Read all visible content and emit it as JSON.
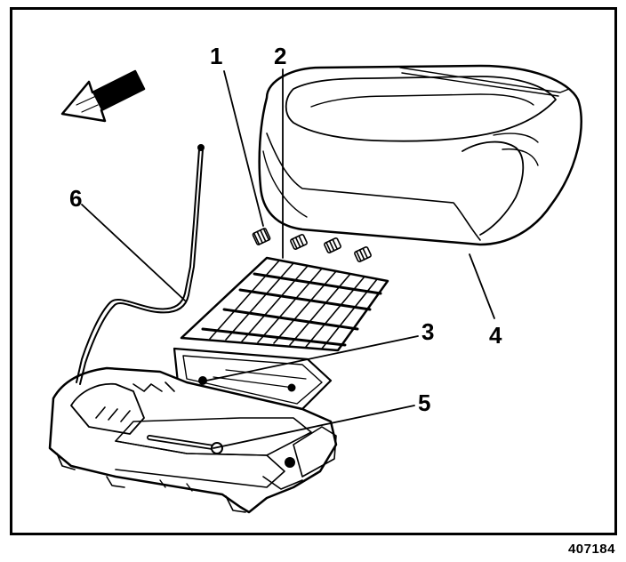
{
  "diagram": {
    "callouts": [
      "1",
      "2",
      "3",
      "4",
      "5",
      "6"
    ],
    "figure_number": "407184"
  },
  "style": {
    "line_color": "#000000",
    "background": "#ffffff"
  }
}
